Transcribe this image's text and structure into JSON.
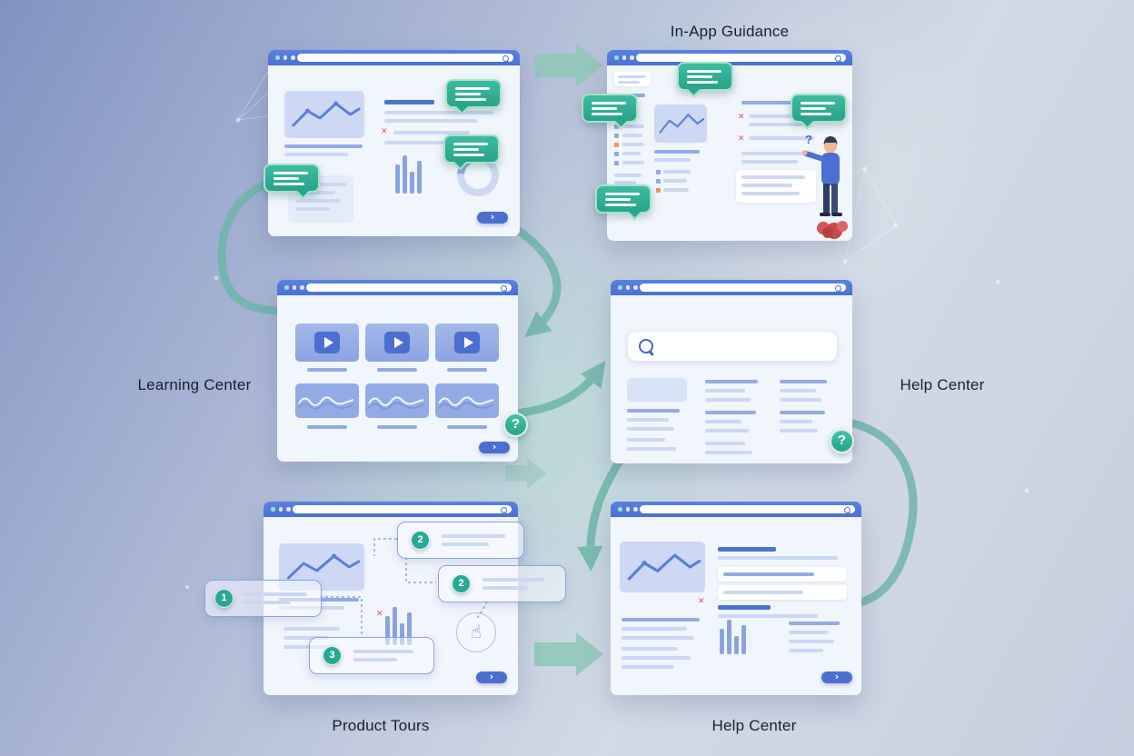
{
  "labels": {
    "in_app_guidance": "In-App Guidance",
    "learning_center": "Learning Center",
    "help_center": "Help Center",
    "product_tours": "Product Tours",
    "help_center_bottom": "Help Center"
  },
  "glyphs": {
    "close": "✕",
    "question": "?",
    "next_chevron": "›",
    "pointer_hand": "☝"
  },
  "tour_steps": [
    "1",
    "2",
    "2",
    "3"
  ],
  "colors": {
    "browser_chrome_blue": "#4a70d4",
    "tooltip_green": "#2fae94",
    "flow_arrow_teal": "#7fbfb4",
    "close_red": "#e05252",
    "highlight_orange": "#ef9558"
  }
}
